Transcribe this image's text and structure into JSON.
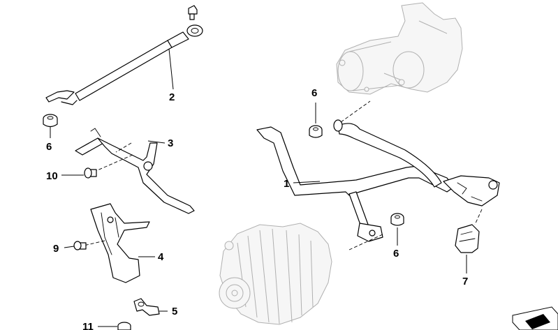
{
  "callouts": [
    {
      "id": "1",
      "label": "1"
    },
    {
      "id": "2",
      "label": "2"
    },
    {
      "id": "3",
      "label": "3"
    },
    {
      "id": "4",
      "label": "4"
    },
    {
      "id": "5",
      "label": "5"
    },
    {
      "id": "6a",
      "label": "6"
    },
    {
      "id": "6b",
      "label": "6"
    },
    {
      "id": "6c",
      "label": "6"
    },
    {
      "id": "7",
      "label": "7"
    },
    {
      "id": "9",
      "label": "9"
    },
    {
      "id": "10",
      "label": "10"
    },
    {
      "id": "11",
      "label": "11"
    }
  ],
  "icons": {
    "corner": "catalog-arrow-icon"
  }
}
